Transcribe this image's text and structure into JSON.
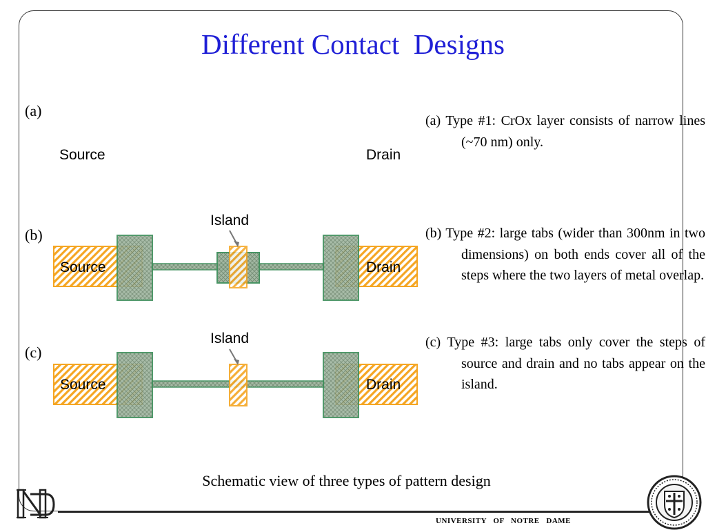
{
  "title": "Different Contact  Designs",
  "panels": [
    {
      "tag": "(a)",
      "source": "Source",
      "drain": "Drain",
      "island": ""
    },
    {
      "tag": "(b)",
      "source": "Source",
      "drain": "Drain",
      "island": "Island"
    },
    {
      "tag": "(c)",
      "source": "Source",
      "drain": "Drain",
      "island": "Island"
    }
  ],
  "descriptions": [
    "(a) Type #1: CrOx layer consists of narrow lines (~70 nm) only.",
    "(b) Type #2: large tabs (wider than 300nm in two dimensions) on both ends cover all of the steps where the two layers of metal overlap.",
    "(c) Type #3: large tabs only cover the steps of source and drain and no tabs appear on the island."
  ],
  "caption": "Schematic view of three types of pattern design",
  "footer": "UNIVERSITY   OF   NOTRE   DAME",
  "logo": {
    "monogram": "ND",
    "seal": "University of Notre Dame seal"
  },
  "colors": {
    "title": "#1f1fd6",
    "metal_hatch": "#f5a623",
    "crox_fill": "#8aa58a",
    "crox_edge": "#3f8f5c"
  }
}
